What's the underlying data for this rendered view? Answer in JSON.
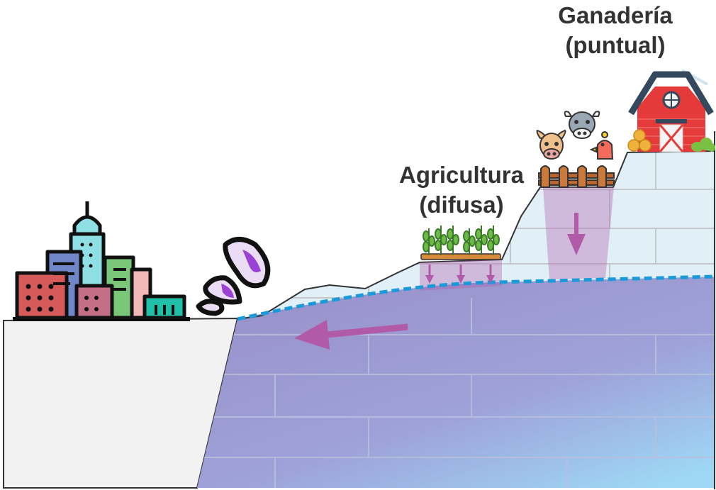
{
  "labels": {
    "livestock_line1": "Ganadería",
    "livestock_line2": "(puntual)",
    "agriculture_line1": "Agricultura",
    "agriculture_line2": "(difusa)"
  },
  "colors": {
    "aquifer": "#9a93cc",
    "aquifer_light": "#9ed8f6",
    "unsaturated_zone": "#e1eff7",
    "water_table": "#1b9ad9",
    "flow_arrow": "#b05aa8",
    "barn": "#e53a3a",
    "left_block": "#f2f2f2"
  },
  "icons": [
    "city-icon",
    "water-drops-icon",
    "wheat-crops-icon",
    "cow-icon",
    "bull-icon",
    "chicken-icon",
    "fence-icon",
    "barn-icon",
    "hay-bales-icon",
    "bush-icon"
  ]
}
